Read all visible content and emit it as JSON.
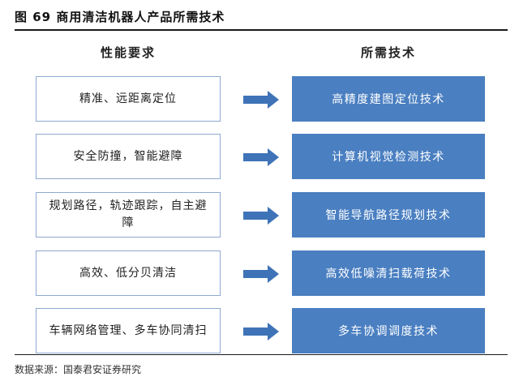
{
  "figure": {
    "title": "图 69 商用清洁机器人产品所需技术",
    "left_header": "性能要求",
    "right_header": "所需技术",
    "source": "数据来源：国泰君安证券研究"
  },
  "rows": [
    {
      "requirement": "精准、远距离定位",
      "technology": "高精度建图定位技术"
    },
    {
      "requirement": "安全防撞，智能避障",
      "technology": "计算机视觉检测技术"
    },
    {
      "requirement": "规划路径，轨迹跟踪，自主避障",
      "technology": "智能导航路径规划技术"
    },
    {
      "requirement": "高效、低分贝清洁",
      "technology": "高效低噪清扫载荷技术"
    },
    {
      "requirement": "车辆网络管理、多车协同清扫",
      "technology": "多车协调调度技术"
    }
  ],
  "colors": {
    "tech_box_fill": "#4a7fc1",
    "arrow_fill": "#3f73b8",
    "req_box_border": "#8ea9cf"
  }
}
